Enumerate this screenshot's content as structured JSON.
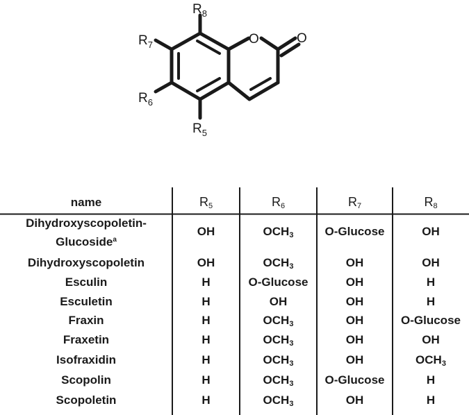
{
  "structure": {
    "labels": {
      "r5": {
        "base": "R",
        "sub": "5"
      },
      "r6": {
        "base": "R",
        "sub": "6"
      },
      "r7": {
        "base": "R",
        "sub": "7"
      },
      "r8": {
        "base": "R",
        "sub": "8"
      },
      "ring_oxygen": "O",
      "carbonyl_oxygen": "O"
    }
  },
  "table": {
    "headers": {
      "name": "name",
      "r5": {
        "base": "R",
        "sub": "5"
      },
      "r6": {
        "base": "R",
        "sub": "6"
      },
      "r7": {
        "base": "R",
        "sub": "7"
      },
      "r8": {
        "base": "R",
        "sub": "8"
      }
    },
    "rows": [
      {
        "name": "Dihydroxyscopoletin-",
        "name2": "Glucoside",
        "name_sup": "a",
        "r5": "OH",
        "r6": "OCH|3",
        "r7": "O-Glucose",
        "r8": "OH"
      },
      {
        "name": "Dihydroxyscopoletin",
        "r5": "OH",
        "r6": "OCH|3",
        "r7": "OH",
        "r8": "OH"
      },
      {
        "name": "Esculin",
        "r5": "H",
        "r6": "O-Glucose",
        "r7": "OH",
        "r8": "H"
      },
      {
        "name": "Esculetin",
        "r5": "H",
        "r6": "OH",
        "r7": "OH",
        "r8": "H"
      },
      {
        "name": "Fraxin",
        "r5": "H",
        "r6": "OCH|3",
        "r7": "OH",
        "r8": "O-Glucose"
      },
      {
        "name": "Fraxetin",
        "r5": "H",
        "r6": "OCH|3",
        "r7": "OH",
        "r8": "OH"
      },
      {
        "name": "Isofraxidin",
        "r5": "H",
        "r6": "OCH|3",
        "r7": "OH",
        "r8": "OCH|3"
      },
      {
        "name": "Scopolin",
        "r5": "H",
        "r6": "OCH|3",
        "r7": "O-Glucose",
        "r8": "H"
      },
      {
        "name": "Scopoletin",
        "r5": "H",
        "r6": "OCH|3",
        "r7": "OH",
        "r8": "H"
      }
    ]
  }
}
